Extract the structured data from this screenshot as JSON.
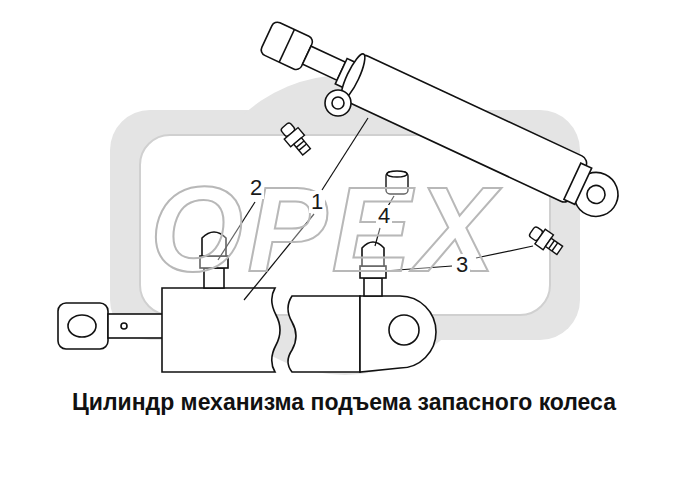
{
  "diagram": {
    "caption": "Цилиндр механизма подъема запасного колеса",
    "labels": [
      "OPEX",
      "2",
      "1",
      "4",
      "3"
    ]
  }
}
